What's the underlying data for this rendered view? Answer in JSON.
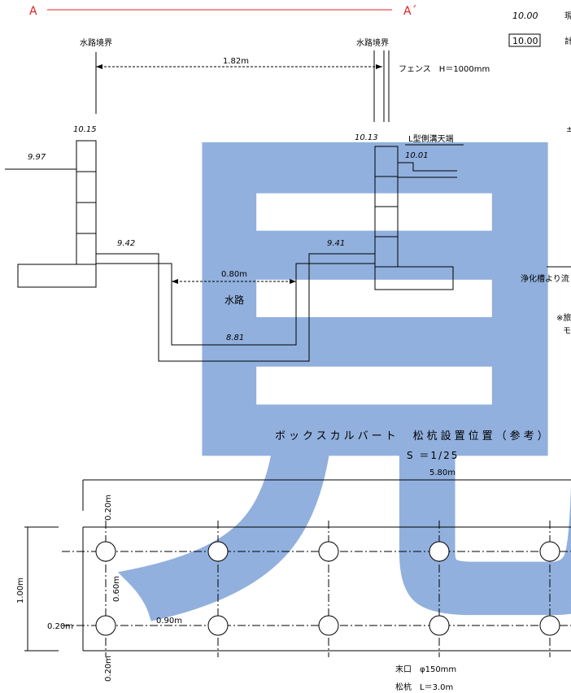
{
  "section": {
    "label_a": "A",
    "label_a_prime": "A´",
    "left_boundary": "水路境界",
    "right_boundary": "水路境界",
    "span_top": "1.82m",
    "fence": "フェンス　H＝1000mm",
    "elev_left_top": "10.15",
    "elev_left_ground": "9.97",
    "elev_right_top": "10.13",
    "l_gutter": "L型側溝天端",
    "elev_gutter": "10.01",
    "elev_left_bed": "9.42",
    "elev_right_bed": "9.41",
    "inner_width": "0.80m",
    "waterway": "水路",
    "elev_bottom": "8.81"
  },
  "legend": {
    "elev_plain": "10.00",
    "elev_boxed": "10.00",
    "plain_suffix": "現",
    "boxed_suffix": "計",
    "side_mark": "±",
    "septic": "浄化槽より流",
    "note1": "※旅",
    "note2": "モ"
  },
  "plan": {
    "title": "ボックスカルバート　松杭設置位置（参考）",
    "scale": "S ＝1/25",
    "length": "5.80m",
    "dim_top": "0.20m",
    "dim_height": "1.00m",
    "dim_mid": "0.60m",
    "dim_left": "0.20m",
    "dim_spacing": "0.90m",
    "dim_bottom": "0.20m",
    "pile_dia": "末口　φ150mm",
    "pile_len": "松杭　L＝3.0m"
  },
  "watermark": {
    "char": "見",
    "color": "#7ea2d8"
  },
  "colors": {
    "section_marker": "#e02020"
  }
}
